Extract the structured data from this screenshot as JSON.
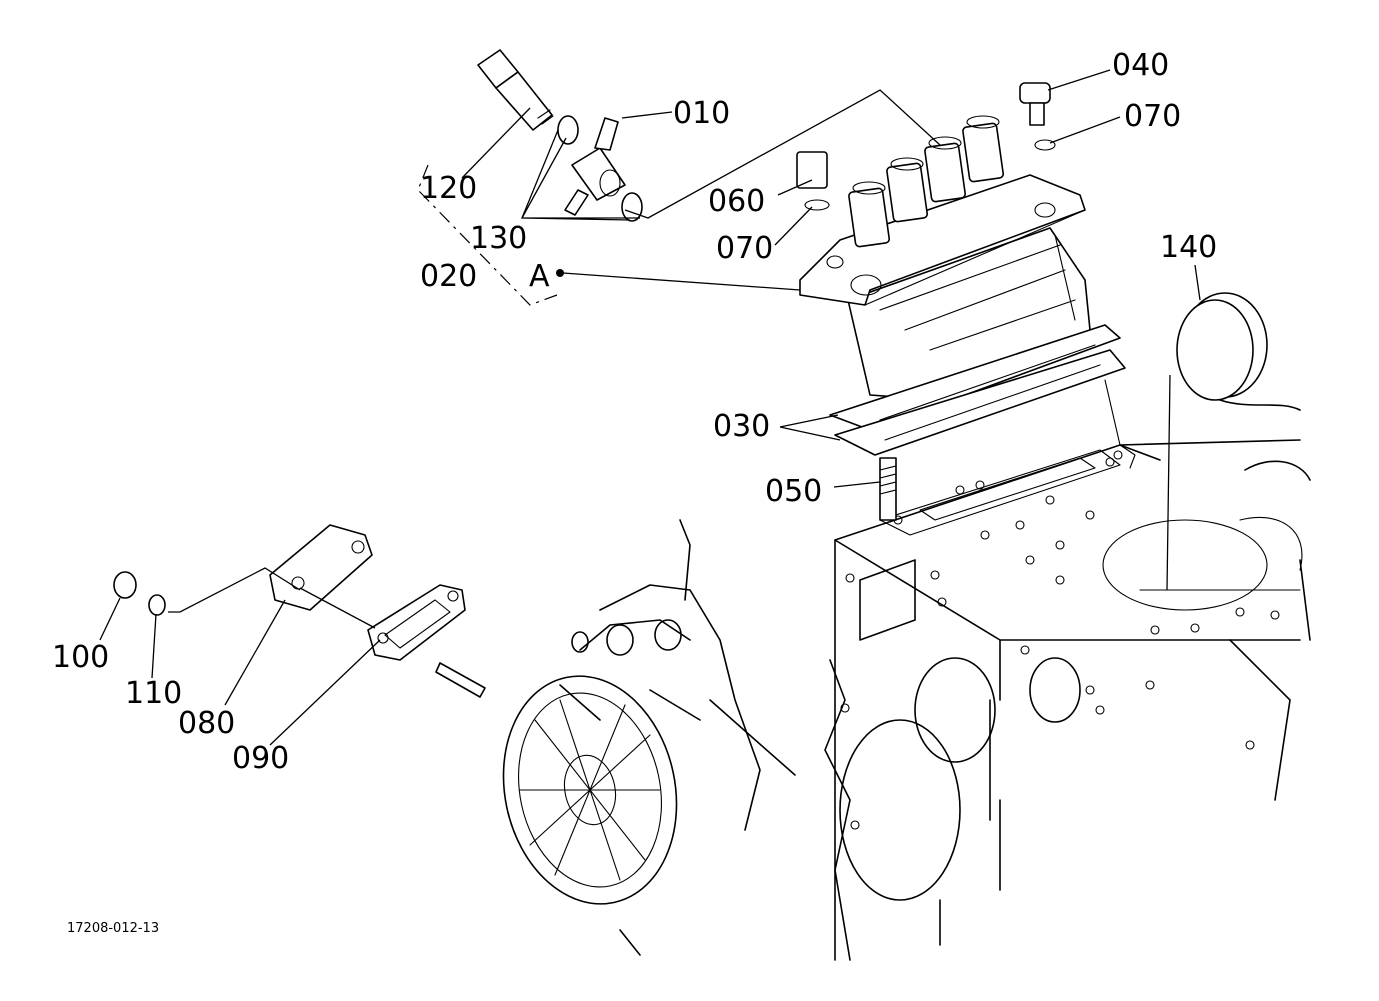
{
  "callouts": {
    "p010": "010",
    "p020": "020",
    "p030": "030",
    "p040": "040",
    "p050": "050",
    "p060": "060",
    "p070_top": "070",
    "p070_mid": "070",
    "p080": "080",
    "p090": "090",
    "p100": "100",
    "p110": "110",
    "p120": "120",
    "p130": "130",
    "p140": "140",
    "marker_a": "A"
  },
  "figure_code": "17208-012-13"
}
